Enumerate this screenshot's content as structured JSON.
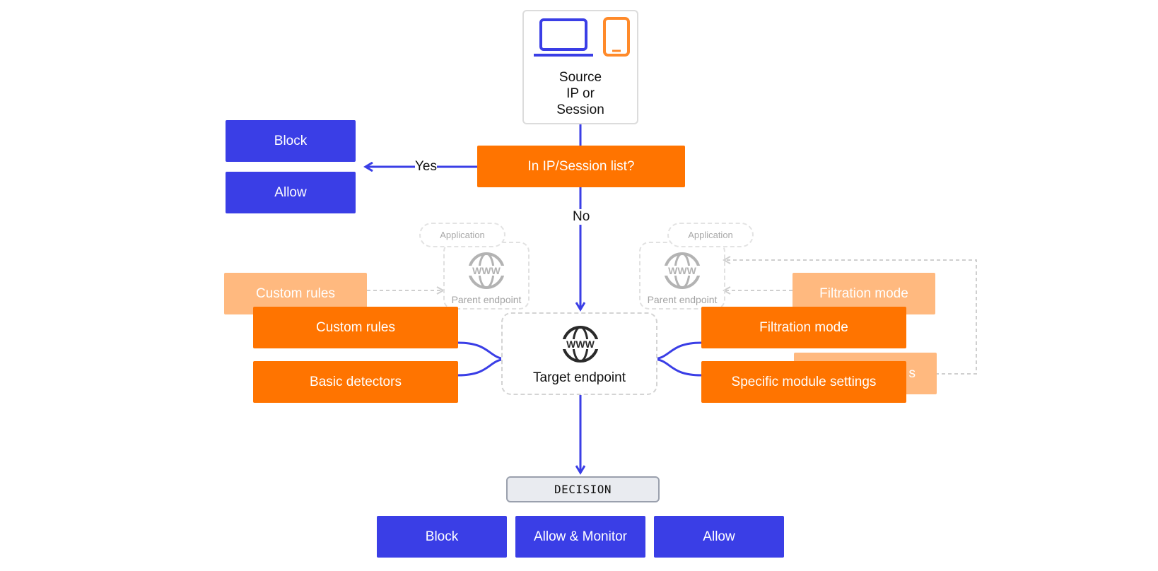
{
  "source": {
    "lines": [
      "Source",
      "IP or",
      "Session"
    ]
  },
  "check": {
    "label": "In IP/Session list?"
  },
  "branches": {
    "yes": "Yes",
    "no": "No"
  },
  "list_actions": [
    "Block",
    "Allow"
  ],
  "ghost": {
    "application_left": "Application",
    "application_right": "Application",
    "parent_left": "Parent endpoint",
    "parent_right": "Parent endpoint",
    "custom_rules": "Custom rules",
    "filtration_mode": "Filtration mode",
    "specific_tail": "s"
  },
  "left_inputs": [
    "Custom rules",
    "Basic detectors"
  ],
  "right_inputs": [
    "Filtration mode",
    "Specific module settings"
  ],
  "target": {
    "label": "Target endpoint",
    "icon": "www-globe-icon"
  },
  "decision": {
    "label": "DECISION"
  },
  "decision_actions": [
    "Block",
    "Allow & Monitor",
    "Allow"
  ],
  "colors": {
    "blue": "#3a3ee6",
    "orange": "#ff7400",
    "faded_orange": "#ffb97f",
    "arrow": "#3a3ee6"
  }
}
